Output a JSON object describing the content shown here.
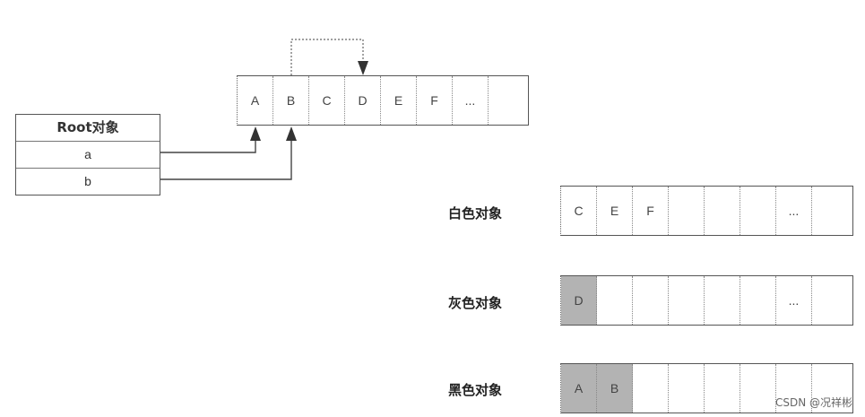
{
  "root": {
    "title": "Root对象",
    "fields": [
      "a",
      "b"
    ]
  },
  "heap": {
    "cells": [
      "A",
      "B",
      "C",
      "D",
      "E",
      "F",
      "..."
    ]
  },
  "sets": {
    "white": {
      "label": "白色对象",
      "cells": [
        "C",
        "E",
        "F",
        "",
        "",
        "",
        "..."
      ]
    },
    "gray": {
      "label": "灰色对象",
      "cells": [
        "D",
        "",
        "",
        "",
        "",
        "",
        "..."
      ]
    },
    "black": {
      "label": "黑色对象",
      "cells": [
        "A",
        "B",
        "",
        "",
        "",
        "",
        ""
      ]
    }
  },
  "watermark": "CSDN @况祥彬",
  "colors": {
    "gray_fill": "#b3b3b3",
    "border": "#555555"
  }
}
